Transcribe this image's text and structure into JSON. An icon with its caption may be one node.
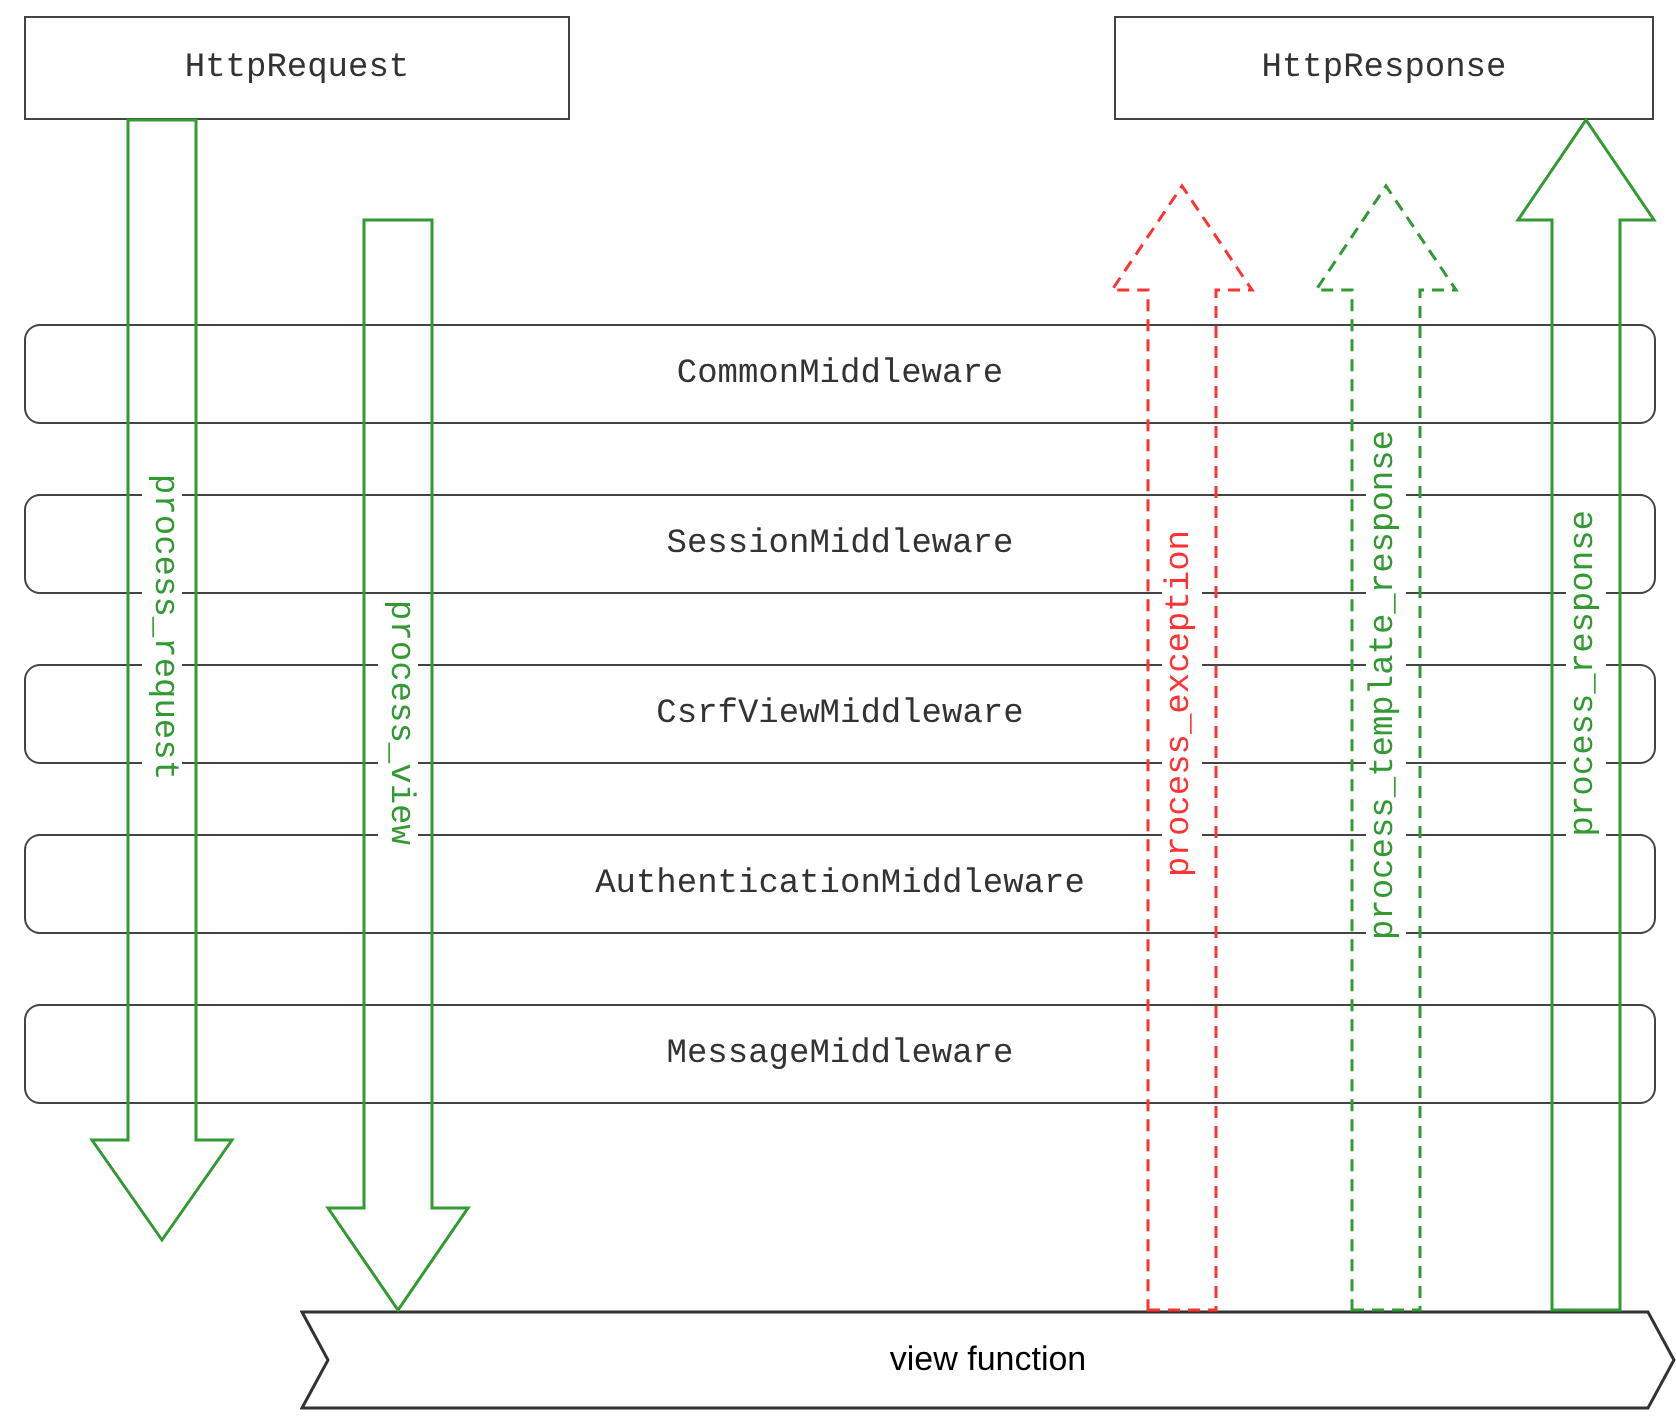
{
  "diagram": {
    "nodes": [
      {
        "text": [
          "HttpRequest"
        ]
      },
      {
        "text": [
          "HttpResponse"
        ]
      },
      {
        "text": [
          "CommonMiddleware"
        ]
      },
      {
        "text": [
          "SessionMiddleware"
        ]
      },
      {
        "text": [
          "CsrfViewMiddleware"
        ]
      },
      {
        "text": [
          "AuthenticationMiddleware"
        ]
      },
      {
        "text": [
          "MessageMiddleware"
        ]
      },
      {
        "text": [
          "view function"
        ]
      }
    ],
    "edges": [
      {
        "from": 0,
        "to": null,
        "arrow": "to",
        "label": "process_request"
      },
      {
        "from": null,
        "to": 7,
        "arrow": "to",
        "label": "process_view"
      },
      {
        "from": 7,
        "to": null,
        "arrow": "to",
        "label": "process_exception",
        "style": "dashed",
        "color": "#ff3333"
      },
      {
        "from": 7,
        "to": null,
        "arrow": "to",
        "label": "process_template_response",
        "style": "dashed"
      },
      {
        "from": 7,
        "to": 1,
        "arrow": "to",
        "label": "process_response"
      }
    ]
  }
}
